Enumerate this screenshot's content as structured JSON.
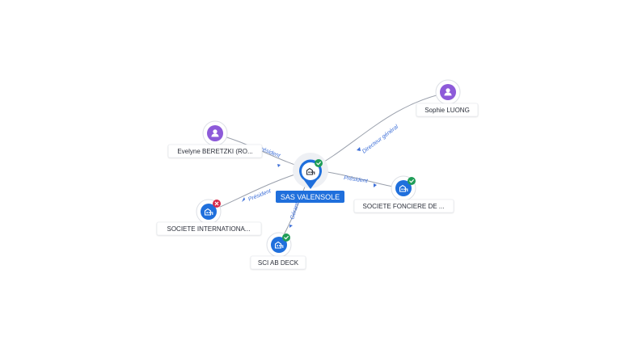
{
  "center": {
    "label": "SAS VALENSOLE",
    "icon": "building-icon",
    "status": "active"
  },
  "nodes": [
    {
      "id": "sophie",
      "label": "Sophie LUONG",
      "kind": "person",
      "icon": "person-icon"
    },
    {
      "id": "evelyne",
      "label": "Evelyne BERETZKI (RO...",
      "kind": "person",
      "icon": "person-icon"
    },
    {
      "id": "fonciere",
      "label": "SOCIETE FONCIERE DE ...",
      "kind": "company",
      "icon": "building-icon",
      "status": "active"
    },
    {
      "id": "internationale",
      "label": "SOCIETE INTERNATIONA...",
      "kind": "company",
      "icon": "building-icon",
      "status": "inactive"
    },
    {
      "id": "abdeck",
      "label": "SCI AB DECK",
      "kind": "company",
      "icon": "building-icon",
      "status": "active"
    }
  ],
  "edges": [
    {
      "from": "sophie",
      "label": "Directeur général"
    },
    {
      "from": "evelyne",
      "label": "Président"
    },
    {
      "to": "fonciere",
      "label": "Président"
    },
    {
      "to": "internationale",
      "label": "Président"
    },
    {
      "to": "abdeck",
      "label": "Gérant"
    }
  ],
  "colors": {
    "person": "#8d5ad9",
    "company": "#1f6fdc",
    "active": "#1f9d57",
    "inactive": "#d62c4a",
    "edge_label": "#3d6fd8"
  }
}
